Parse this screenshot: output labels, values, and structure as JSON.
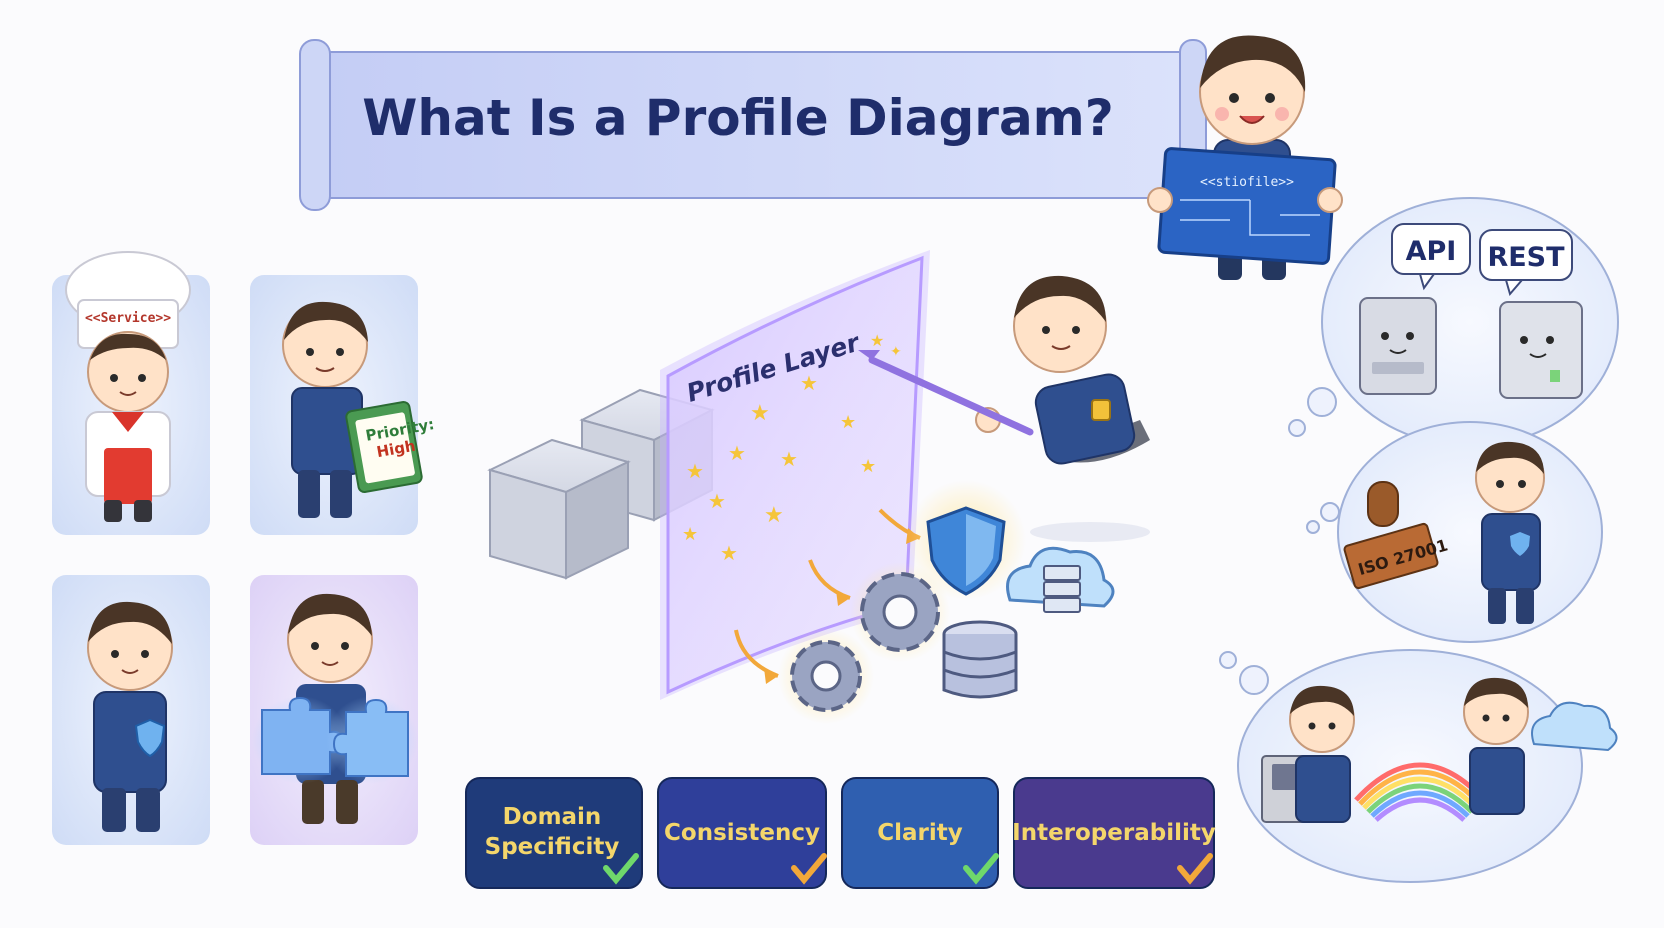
{
  "title": "What Is a Profile Diagram?",
  "blueprint_label": "<<stiofile>>",
  "chef_hat_label": "<<Service>>",
  "clipboard_note": {
    "line1": "Priority:",
    "line2": "High"
  },
  "layer_label": "Profile Layer",
  "bubbles": {
    "api": "API",
    "rest": "REST"
  },
  "stamp_label": "ISO 27001",
  "cards": [
    {
      "line1": "Domain",
      "line2": "Specificity",
      "color": "#1f3b7a",
      "check_color": "#6fd86b"
    },
    {
      "line1": "Consistency",
      "line2": "",
      "color": "#2f3f9a",
      "check_color": "#f2a83a"
    },
    {
      "line1": "Clarity",
      "line2": "",
      "color": "#2f5fb0",
      "check_color": "#6fd86b"
    },
    {
      "line1": "Interoperability",
      "line2": "",
      "color": "#4a3a8e",
      "check_color": "#f2a83a"
    }
  ],
  "colors": {
    "title_text": "#1f2d6b",
    "banner_fill": "#b9c6f2",
    "vest": "#2f4f8f",
    "hair": "#4a3526",
    "skin": "#ffe2c8",
    "magic_purple": "#a78bfa",
    "star_gold": "#f5c53a"
  }
}
